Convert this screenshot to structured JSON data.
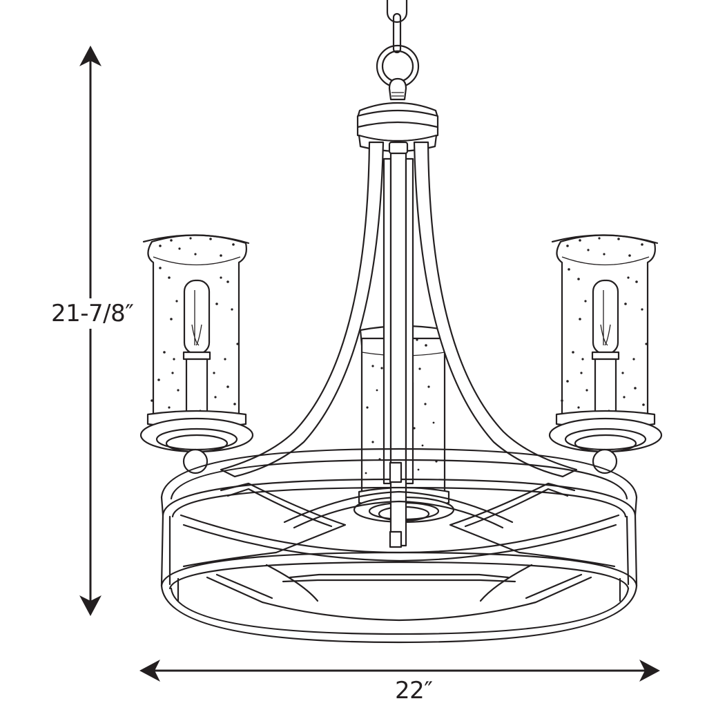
{
  "diagram": {
    "subject": "3-light chandelier with seeded glass cylinders and circular lattice ring",
    "colors": {
      "line": "#231f20",
      "background": "#ffffff"
    },
    "dimensions": {
      "height": {
        "label": "21-7/8″",
        "orientation": "vertical",
        "arrow_start_icon": "arrow-up-icon",
        "arrow_end_icon": "arrow-down-icon"
      },
      "width": {
        "label": "22″",
        "orientation": "horizontal",
        "arrow_start_icon": "arrow-left-icon",
        "arrow_end_icon": "arrow-right-icon"
      }
    },
    "components": {
      "chain": "chain",
      "loop": "hanging-loop",
      "canopy_cap": "center-cap",
      "arms": 4,
      "lights": [
        {
          "position": "left",
          "glass": "seeded-glass-cylinder",
          "bulb": "tubular-bulb"
        },
        {
          "position": "center",
          "glass": "seeded-glass-cylinder",
          "bulb": "tubular-bulb"
        },
        {
          "position": "right",
          "glass": "seeded-glass-cylinder",
          "bulb": "tubular-bulb"
        }
      ],
      "ring": "lattice-ring"
    }
  }
}
